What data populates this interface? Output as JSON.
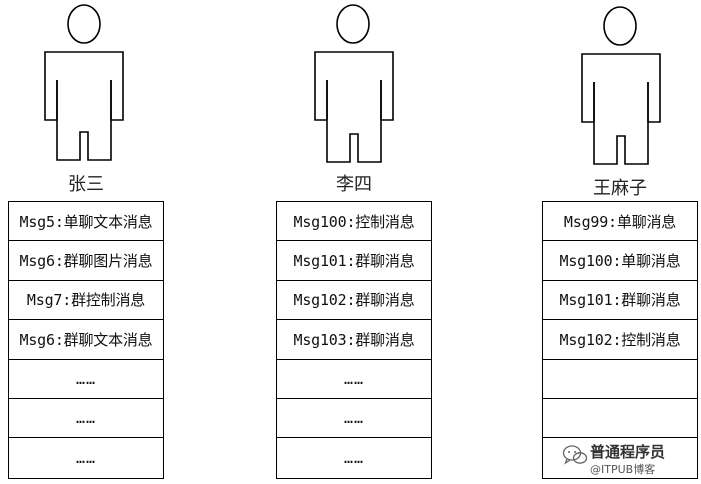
{
  "users": [
    {
      "name": "张三",
      "messages": [
        "Msg5:单聊文本消息",
        "Msg6:群聊图片消息",
        "Msg7:群控制消息",
        "Msg6:群聊文本消息",
        "……",
        "……",
        "……"
      ]
    },
    {
      "name": "李四",
      "messages": [
        "Msg100:控制消息",
        "Msg101:群聊消息",
        "Msg102:群聊消息",
        "Msg103:群聊消息",
        "……",
        "……",
        "……"
      ]
    },
    {
      "name": "王麻子",
      "messages": [
        "Msg99:单聊消息",
        "Msg100:单聊消息",
        "Msg101:群聊消息",
        "Msg102:控制消息",
        "",
        "",
        ""
      ]
    }
  ],
  "watermark": {
    "title": "普通程序员",
    "subtitle": "@ITPUB博客",
    "icon": "wechat-icon"
  }
}
